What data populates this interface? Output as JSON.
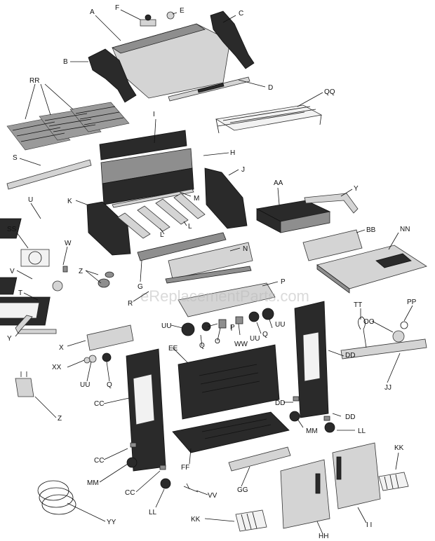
{
  "watermark": "eReplacementParts.com",
  "callouts": {
    "A": "A",
    "B": "B",
    "C": "C",
    "D": "D",
    "E": "E",
    "F": "F",
    "G": "G",
    "H": "H",
    "I": "I",
    "J": "J",
    "K": "K",
    "L": "L",
    "M": "M",
    "N": "N",
    "O": "O",
    "P": "P",
    "Q": "Q",
    "R": "R",
    "S": "S",
    "T": "T",
    "U": "U",
    "V": "V",
    "W": "W",
    "X": "X",
    "Y": "Y",
    "Z": "Z",
    "AA": "AA",
    "BB": "BB",
    "CC": "CC",
    "DD": "DD",
    "EE": "EE",
    "FF": "FF",
    "GG": "GG",
    "HH": "HH",
    "II": "I I",
    "JJ": "JJ",
    "KK": "KK",
    "LL": "LL",
    "MM": "MM",
    "NN": "NN",
    "OO": "OO",
    "PP": "PP",
    "QQ": "QQ",
    "RR": "RR",
    "SS": "SS",
    "TT": "TT",
    "UU": "UU",
    "VV": "VV",
    "WW": "WW",
    "XX": "XX",
    "YY": "YY"
  }
}
